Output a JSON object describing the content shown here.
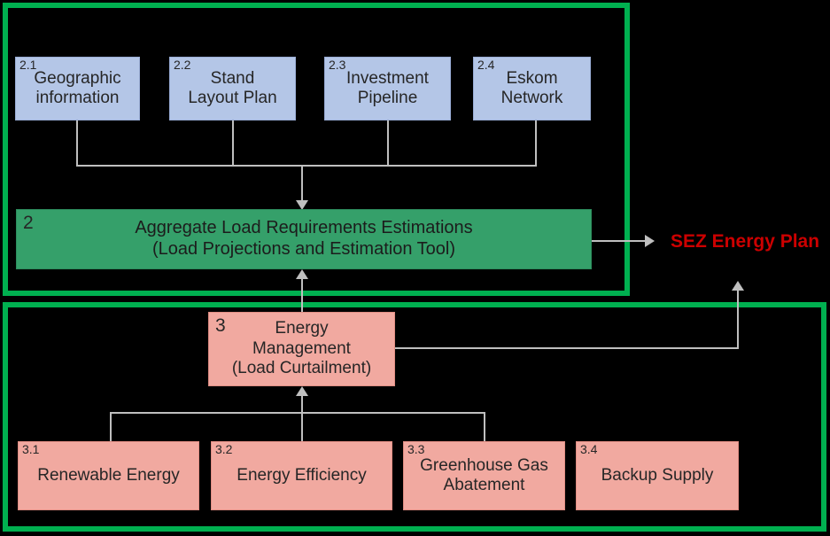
{
  "diagram": {
    "title_text": "SEZ Energy Plan",
    "colors": {
      "group_border": "#00b050",
      "blue_node": "#b4c6e7",
      "pink_node": "#f1a9a0",
      "green_node": "#35a06a",
      "connector": "#bfbfbf",
      "output_text": "#cc0000",
      "background": "#000000"
    },
    "group_2": {
      "name": "group-2-load-estimation",
      "inputs": [
        {
          "tag": "2.1",
          "label": "Geographic\ninformation"
        },
        {
          "tag": "2.2",
          "label": "Stand\nLayout Plan"
        },
        {
          "tag": "2.3",
          "label": "Investment\nPipeline"
        },
        {
          "tag": "2.4",
          "label": "Eskom\nNetwork"
        }
      ],
      "aggregate": {
        "tag": "2",
        "label": "Aggregate Load Requirements  Estimations\n(Load Projections and Estimation Tool)"
      }
    },
    "group_3": {
      "name": "group-3-energy-management",
      "main": {
        "tag": "3",
        "label": "Energy\nManagement\n(Load Curtailment)"
      },
      "children": [
        {
          "tag": "3.1",
          "label": "Renewable Energy"
        },
        {
          "tag": "3.2",
          "label": "Energy Efficiency"
        },
        {
          "tag": "3.3",
          "label": "Greenhouse Gas\nAbatement"
        },
        {
          "tag": "3.4",
          "label": "Backup Supply"
        }
      ]
    }
  }
}
